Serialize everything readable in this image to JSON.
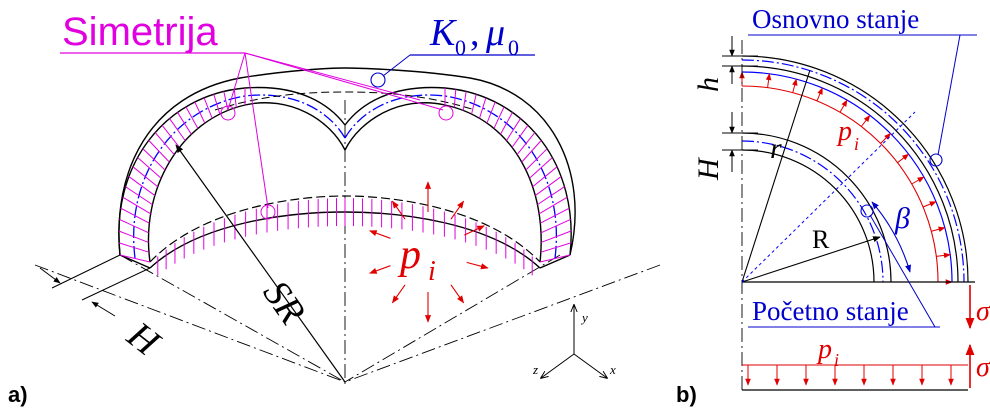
{
  "panel_a": {
    "label": "a)",
    "symmetry_label": "Simetrija",
    "material_k": "K",
    "material_k_sub": "0",
    "material_sep": ", ",
    "material_mu": "μ",
    "material_mu_sub": "0",
    "radius_label": "SR",
    "thickness_label": "H",
    "pressure_p": "p",
    "pressure_sub": "i",
    "axis_x": "x",
    "axis_y": "y",
    "axis_z": "z"
  },
  "panel_b": {
    "label": "b)",
    "reference_state": "Osnovno stanje",
    "initial_state": "Početno stanje",
    "h_label": "h",
    "H_label": "H",
    "r_label": "r",
    "R_label": "R",
    "beta_label": "β",
    "pressure_p": "p",
    "pressure_sub": "i",
    "sigma_top": "σ",
    "sigma_bottom": "σ"
  },
  "colors": {
    "ink": "#000000",
    "symmetry": "#e000e0",
    "material": "#0000cc",
    "pressure": "#e00000",
    "dash_blue": "#0000ff"
  }
}
